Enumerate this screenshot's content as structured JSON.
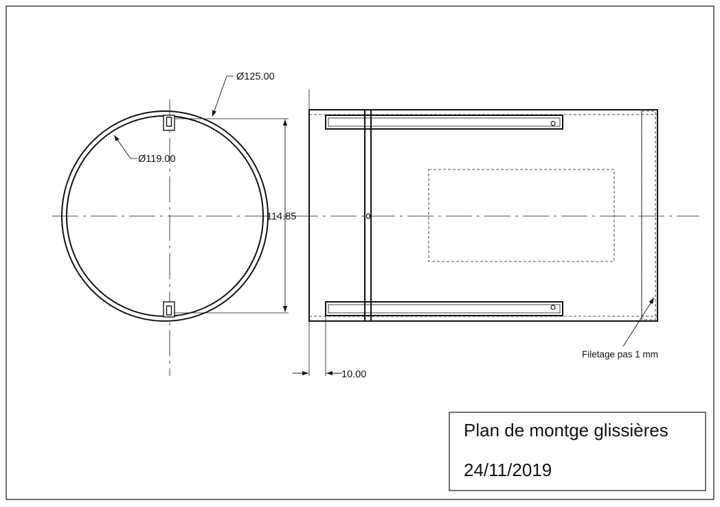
{
  "dimensions": {
    "outer_diameter": "Ø125.00",
    "inner_diameter": "Ø119.00",
    "height": "114.85",
    "offset": "10.00"
  },
  "note": "Filetage pas 1 mm",
  "title_block": {
    "title": "Plan de montge glissières",
    "date": "24/11/2019"
  }
}
